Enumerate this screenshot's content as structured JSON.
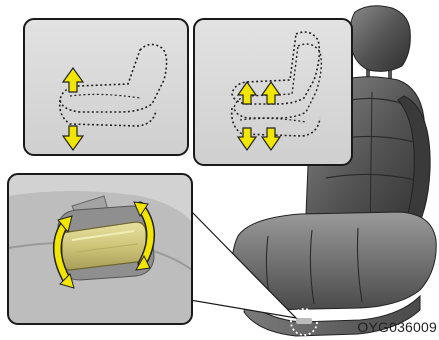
{
  "figure": {
    "code": "OYG036009"
  },
  "colors": {
    "panel_bg": "#d9d9d9",
    "panel_border": "#1a1a1a",
    "seat_dark": "#3f3f3f",
    "seat_mid": "#6d6d6d",
    "seat_light": "#a9a9a9",
    "arrow_yellow": "#f2e500",
    "switch_yellow": "#d8d089",
    "background": "#ffffff"
  },
  "icons": {
    "vertical_arrow": "double-headed-up-down-arrow",
    "curved_arrow": "curved-rotate-arrow",
    "detail_marker": "dotted-circle"
  }
}
